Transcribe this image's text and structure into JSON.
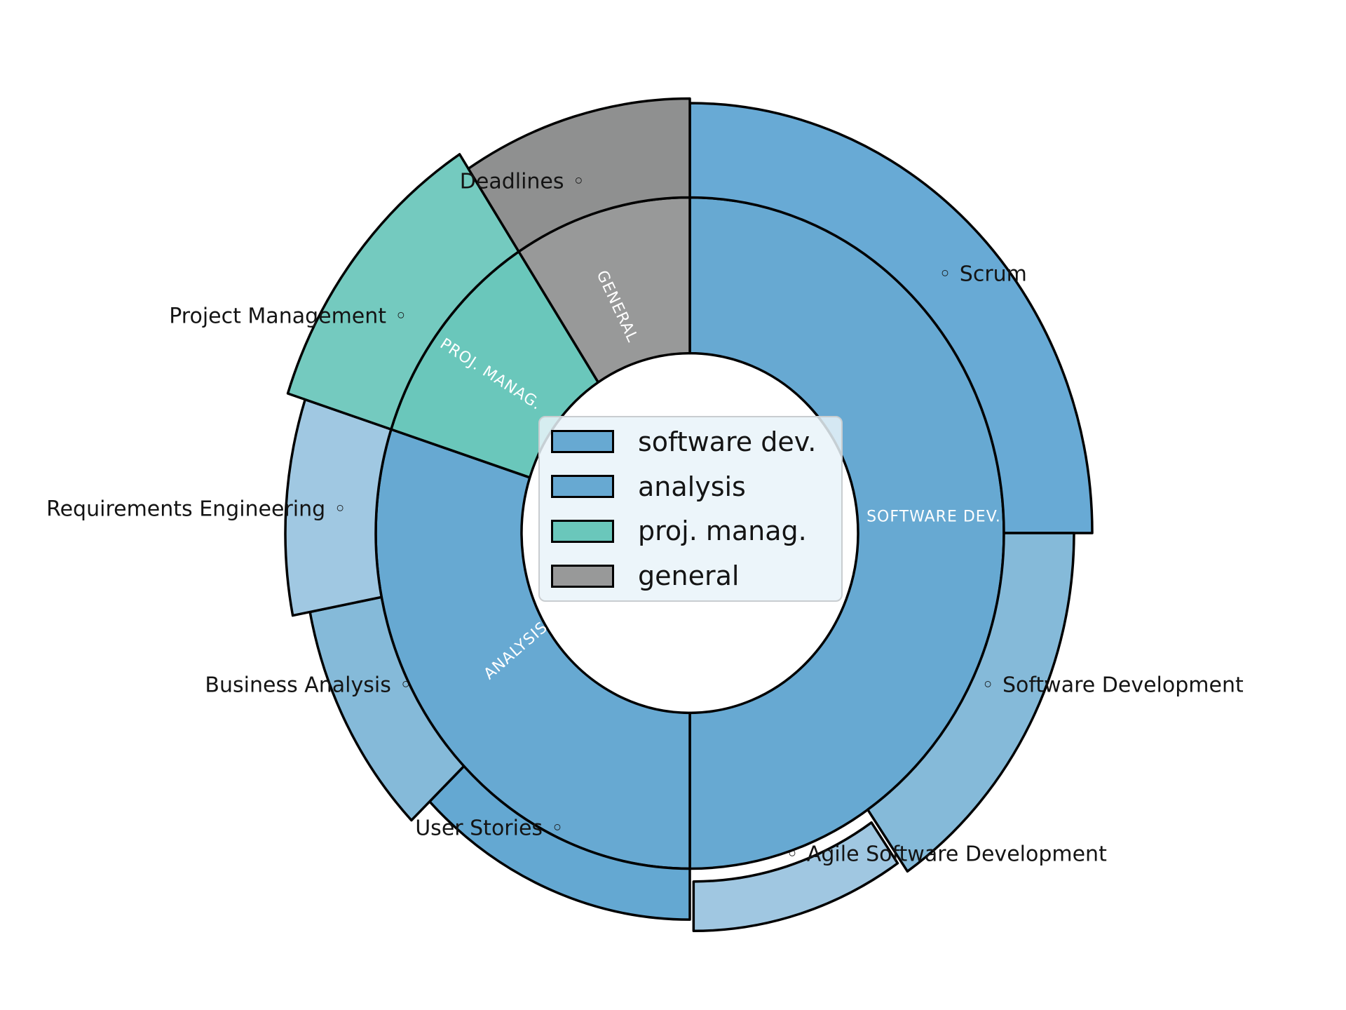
{
  "figure": {
    "background": "#ffffff",
    "edge_color": "#000000",
    "text_color": "#141414",
    "marker_glyph": "◦"
  },
  "chart_data": {
    "type": "pie",
    "subtype": "sunburst-two-ring",
    "legend_position": "center",
    "inner_groups": [
      {
        "label": "SOFTWARE DEV.",
        "legend_label": "software dev.",
        "color": "#67a9d2",
        "deg": 180.0,
        "value_pct": 50.0
      },
      {
        "label": "ANALYSIS",
        "legend_label": "analysis",
        "color": "#67a9d2",
        "deg": 108.0,
        "value_pct": 30.0
      },
      {
        "label": "PROJ. MANAG.",
        "legend_label": "proj. manag.",
        "color": "#6ac7bb",
        "deg": 39.0,
        "value_pct": 10.8
      },
      {
        "label": "GENERAL",
        "legend_label": "general",
        "color": "#989999",
        "deg": 33.0,
        "value_pct": 9.2
      }
    ],
    "segments": [
      {
        "label": "Scrum",
        "group": "SOFTWARE DEV.",
        "deg": 90.0,
        "value_pct": 25.0,
        "color": "#68aad5",
        "outer_radius": 574,
        "exploded": false
      },
      {
        "label": "Software Development",
        "group": "SOFTWARE DEV.",
        "deg": 55.5,
        "value_pct": 15.4,
        "color": "#85bad9",
        "outer_radius": 548,
        "exploded": false
      },
      {
        "label": "Agile Software Development",
        "group": "SOFTWARE DEV.",
        "deg": 34.5,
        "value_pct": 9.6,
        "color": "#a0c7e1",
        "outer_radius": 514,
        "exploded": true
      },
      {
        "label": "User Stories",
        "group": "ANALYSIS",
        "deg": 46.0,
        "value_pct": 12.8,
        "color": "#64a8d2",
        "outer_radius": 516,
        "exploded": false
      },
      {
        "label": "Business Analysis",
        "group": "ANALYSIS",
        "deg": 33.0,
        "value_pct": 9.2,
        "color": "#85bad9",
        "outer_radius": 552,
        "exploded": false
      },
      {
        "label": "Requirements Engineering",
        "group": "ANALYSIS",
        "deg": 29.0,
        "value_pct": 8.1,
        "color": "#a0c8e2",
        "outer_radius": 577,
        "exploded": false
      },
      {
        "label": "Project Management",
        "group": "PROJ. MANAG.",
        "deg": 39.0,
        "value_pct": 10.8,
        "color": "#74cabf",
        "outer_radius": 603,
        "exploded": false
      },
      {
        "label": "Deadlines",
        "group": "GENERAL",
        "deg": 33.0,
        "value_pct": 9.2,
        "color": "#8f9090",
        "outer_radius": 580,
        "exploded": false
      }
    ],
    "legend": [
      {
        "label": "software dev.",
        "color": "#67a9d2"
      },
      {
        "label": "analysis",
        "color": "#67a9d2"
      },
      {
        "label": "proj. manag.",
        "color": "#6ac7bb"
      },
      {
        "label": "general",
        "color": "#989999"
      }
    ]
  }
}
